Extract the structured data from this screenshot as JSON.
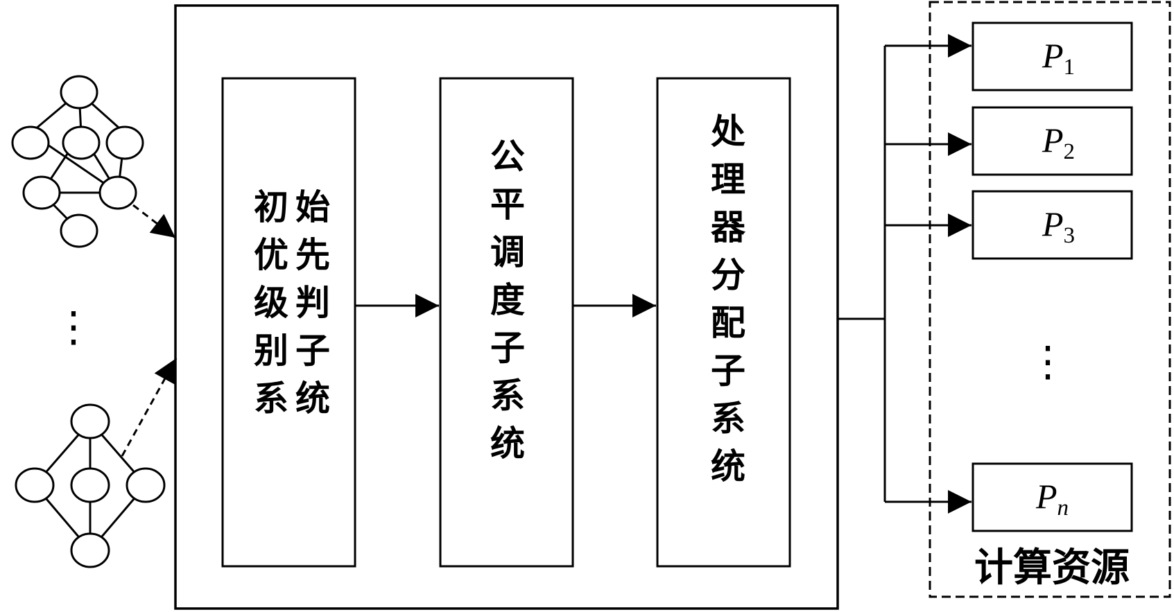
{
  "subsystems": {
    "priority": {
      "col1": [
        "初",
        "优",
        "级",
        "别",
        "系"
      ],
      "col2": [
        "始",
        "先",
        "判",
        "子",
        "统"
      ]
    },
    "fair_schedule": [
      "公",
      "平",
      "调",
      "度",
      "子",
      "系",
      "统"
    ],
    "processor_alloc": [
      "处",
      "理",
      "器",
      "分",
      "配",
      "子",
      "系",
      "统"
    ]
  },
  "processors": [
    {
      "letter": "P",
      "sub": "1"
    },
    {
      "letter": "P",
      "sub": "2"
    },
    {
      "letter": "P",
      "sub": "3"
    },
    {
      "letter": "P",
      "sub": "n"
    }
  ],
  "resources_label": "计算资源",
  "ellipsis": "⋮"
}
